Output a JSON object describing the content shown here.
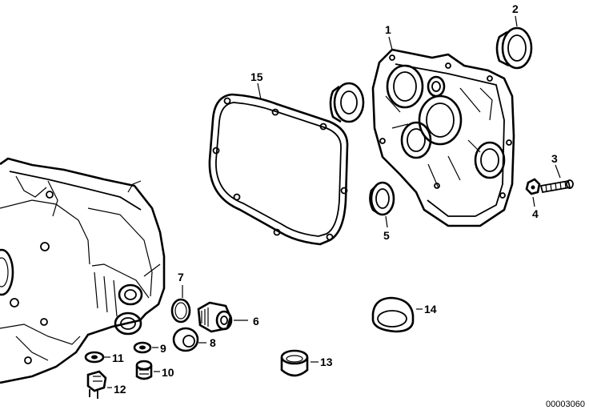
{
  "callouts": {
    "c1": "1",
    "c2": "2",
    "c3": "3",
    "c4": "4",
    "c5": "5",
    "c6": "6",
    "c7": "7",
    "c8": "8",
    "c9": "9",
    "c10": "10",
    "c11": "11",
    "c12": "12",
    "c13": "13",
    "c14": "14",
    "c15": "15"
  },
  "diagram_ref": "00003060"
}
